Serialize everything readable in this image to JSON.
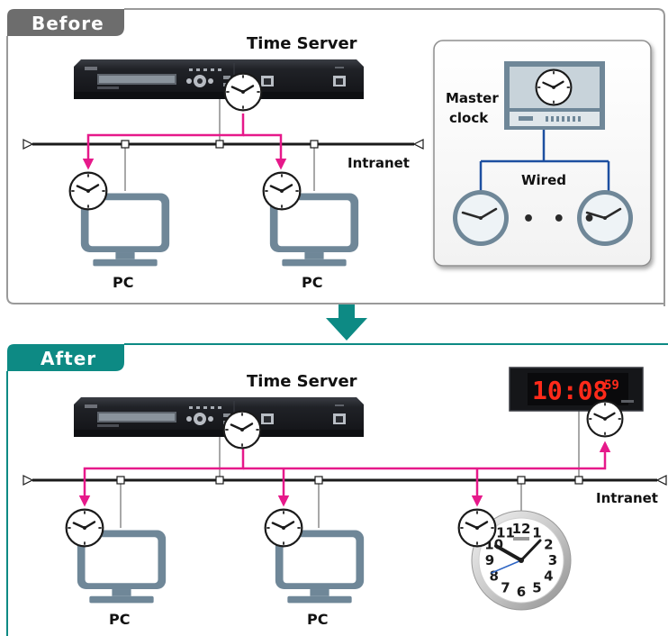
{
  "before": {
    "label": "Before",
    "title": "Time Server",
    "network_label": "Intranet",
    "pc_labels": [
      "PC",
      "PC"
    ],
    "inset": {
      "master_clock_label": [
        "Master",
        "clock"
      ],
      "wired_label": "Wired",
      "ellipsis": "• • •"
    }
  },
  "after": {
    "label": "After",
    "title": "Time Server",
    "network_label": "Intranet",
    "pc_labels": [
      "PC",
      "PC"
    ],
    "digital_clock": {
      "time": "10:08",
      "seconds": "59"
    },
    "wall_clock_numbers": [
      "12",
      "1",
      "2",
      "3",
      "4",
      "5",
      "6",
      "7",
      "8",
      "9",
      "10",
      "11"
    ]
  },
  "colors": {
    "before_accent": "#6d6d6d",
    "after_accent": "#0d8a84",
    "sync_arrow": "#e6198a",
    "wired_line": "#1d4fa0",
    "pc_icon": "#6f8798",
    "server_body": "#1d1f24"
  },
  "icons": [
    "time-server-icon",
    "clock-icon",
    "pc-icon",
    "master-clock-icon",
    "digital-clock-icon",
    "wall-clock-icon",
    "down-arrow-icon"
  ]
}
